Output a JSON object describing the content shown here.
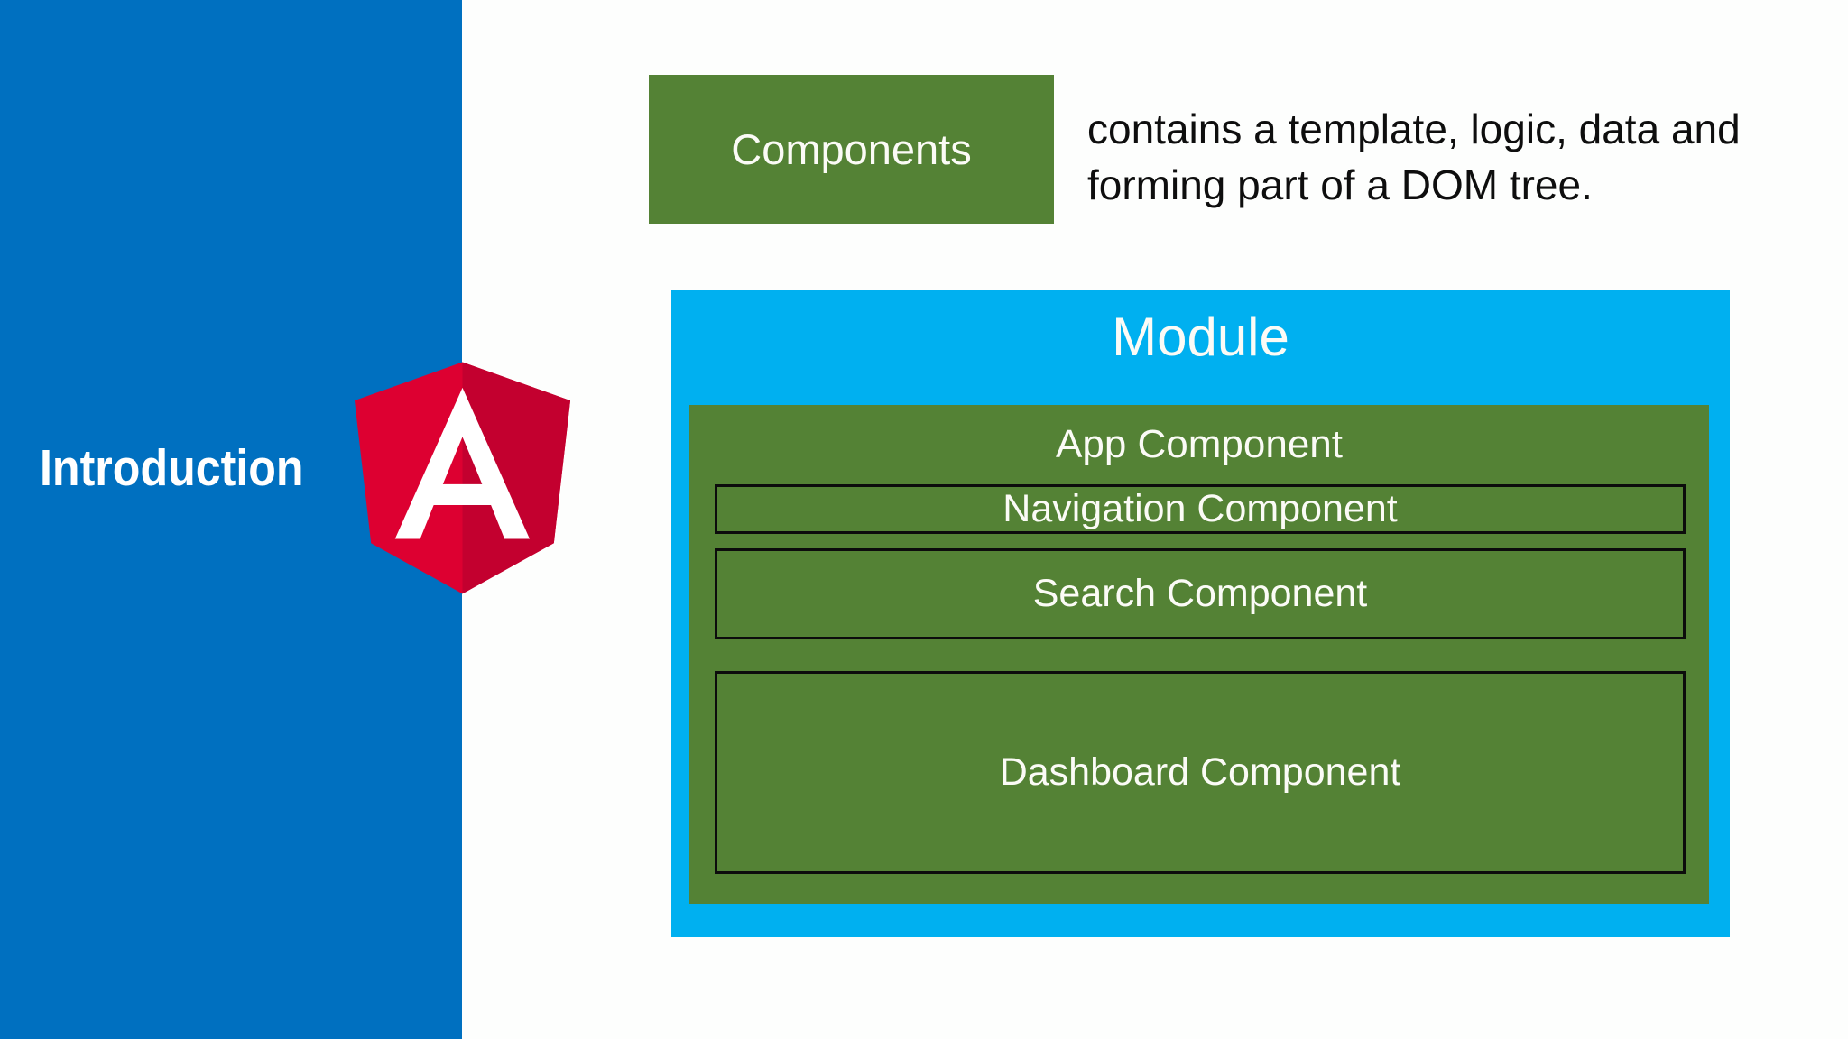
{
  "sidebar": {
    "title": "Introduction",
    "background": "#0070C0"
  },
  "logo": {
    "name": "angular-logo",
    "shield_left_color": "#DD0031",
    "shield_right_color": "#C3002F",
    "letter_color": "#FFFFFF"
  },
  "components_card": {
    "label": "Components",
    "background": "#548235",
    "description": {
      "lines": [
        "contains a template, logic, data and",
        "forming part of a DOM tree."
      ]
    }
  },
  "module": {
    "title": "Module",
    "background": "#00B0F0",
    "app_component": {
      "label": "App Component",
      "background": "#548235",
      "children": [
        {
          "label": "Navigation Component"
        },
        {
          "label": "Search Component"
        },
        {
          "label": "Dashboard Component"
        }
      ]
    }
  }
}
